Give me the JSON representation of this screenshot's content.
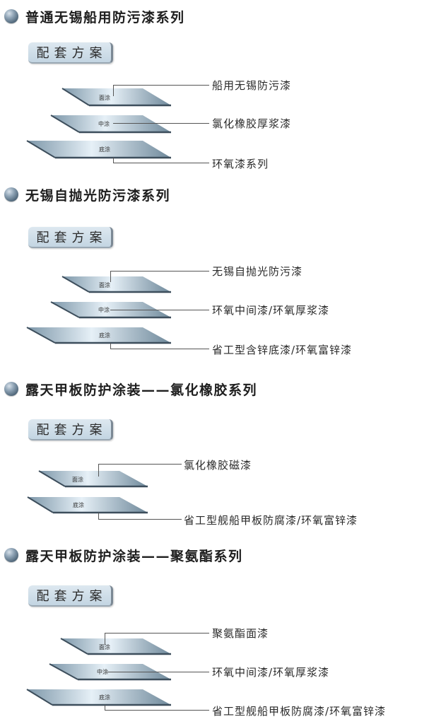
{
  "colors": {
    "plate_light": "#e8f1f7",
    "plate_mid": "#a9c1d1",
    "plate_dark": "#6c8698",
    "plate_edge": "#3d4e5c",
    "button_bg": "#c9d9e5",
    "connector": "#555555"
  },
  "icons": {
    "bullet": "sphere-bullet-icon"
  },
  "sections": [
    {
      "title": "普通无锡船用防污漆系列",
      "button_label": "配套方案",
      "layers": [
        {
          "plate_label": "面涂",
          "product": "船用无锡防污漆"
        },
        {
          "plate_label": "中涂",
          "product": "氯化橡胶厚浆漆"
        },
        {
          "plate_label": "底涂",
          "product": "环氧漆系列"
        }
      ]
    },
    {
      "title": "无锡自抛光防污漆系列",
      "button_label": "配套方案",
      "layers": [
        {
          "plate_label": "面涂",
          "product": "无锡自抛光防污漆"
        },
        {
          "plate_label": "中涂",
          "product": "环氧中间漆/环氧厚浆漆"
        },
        {
          "plate_label": "底涂",
          "product": "省工型含锌底漆/环氧富锌漆"
        }
      ]
    },
    {
      "title": "露天甲板防护涂装——氯化橡胶系列",
      "button_label": "配套方案",
      "layers": [
        {
          "plate_label": "面涂",
          "product": "氯化橡胶磁漆"
        },
        {
          "plate_label": "底涂",
          "product": "省工型舰船甲板防腐漆/环氧富锌漆"
        }
      ]
    },
    {
      "title": "露天甲板防护涂装——聚氨酯系列",
      "button_label": "配套方案",
      "layers": [
        {
          "plate_label": "面涂",
          "product": "聚氨酯面漆"
        },
        {
          "plate_label": "中涂",
          "product": "环氧中间漆/环氧厚浆漆"
        },
        {
          "plate_label": "底涂",
          "product": "省工型舰船甲板防腐漆/环氧富锌漆"
        }
      ]
    }
  ]
}
